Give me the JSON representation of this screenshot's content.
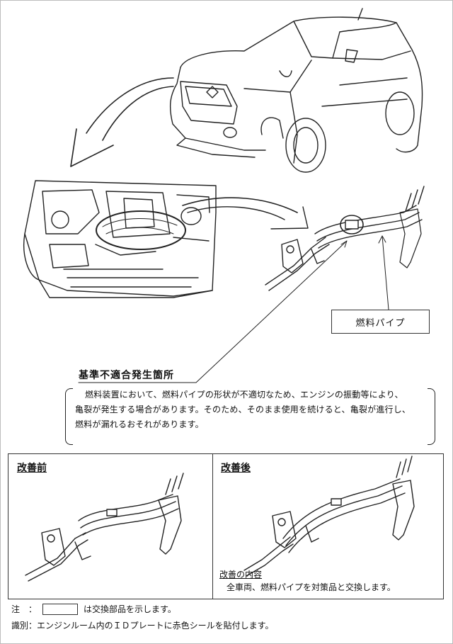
{
  "fuel_pipe_label": "燃料パイプ",
  "defect_heading": "基準不適合発生箇所",
  "description_lines": [
    "燃料装置において、燃料パイプの形状が不適切なため、エンジンの振動等により、",
    "亀裂が発生する場合があります。そのため、そのまま使用を続けると、亀裂が進行し、",
    "燃料が漏れるおそれがあります。"
  ],
  "before_title": "改善前",
  "after_title": "改善後",
  "improvement_title": "改善の内容",
  "improvement_text": "全車両、燃料パイプを対策品と交換します。",
  "note_prefix": "注　：",
  "note_suffix": "は交換部品を示します。",
  "identification": "識別：エンジンルーム内のＩＤプレートに赤色シールを貼付します。"
}
